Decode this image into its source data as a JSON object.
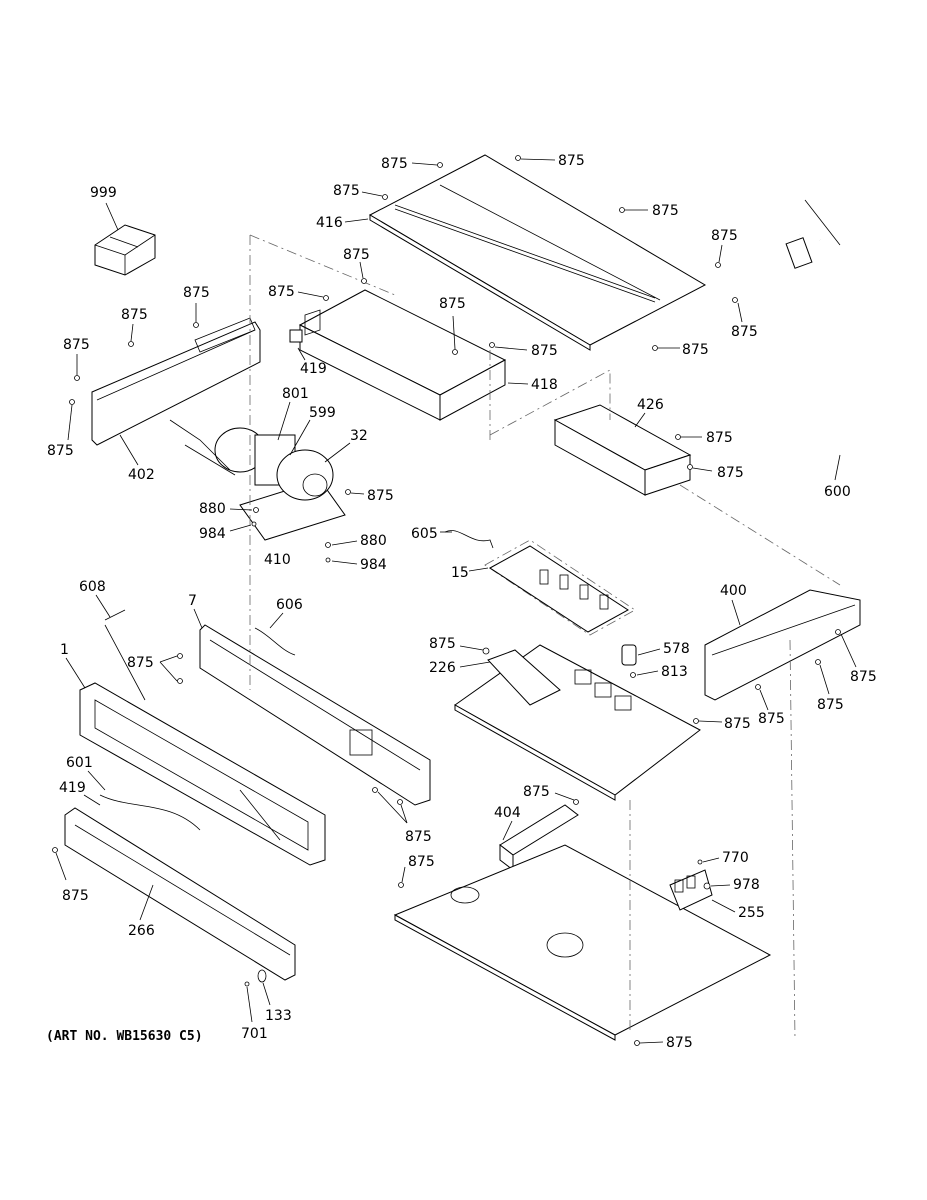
{
  "caption": "(ART NO. WB15630 C5)",
  "labels": {
    "l999": "999",
    "l416": "416",
    "l418": "418",
    "l419a": "419",
    "l419b": "419",
    "l402": "402",
    "l801": "801",
    "l599": "599",
    "l32": "32",
    "l880a": "880",
    "l880b": "880",
    "l984a": "984",
    "l984b": "984",
    "l410": "410",
    "l426": "426",
    "l600": "600",
    "l605": "605",
    "l15": "15",
    "l608": "608",
    "l7": "7",
    "l606": "606",
    "l1": "1",
    "l601": "601",
    "l266": "266",
    "l133": "133",
    "l701": "701",
    "l400": "400",
    "l578": "578",
    "l813": "813",
    "l226": "226",
    "l404": "404",
    "l770": "770",
    "l978": "978",
    "l255": "255"
  },
  "screw_label": "875"
}
